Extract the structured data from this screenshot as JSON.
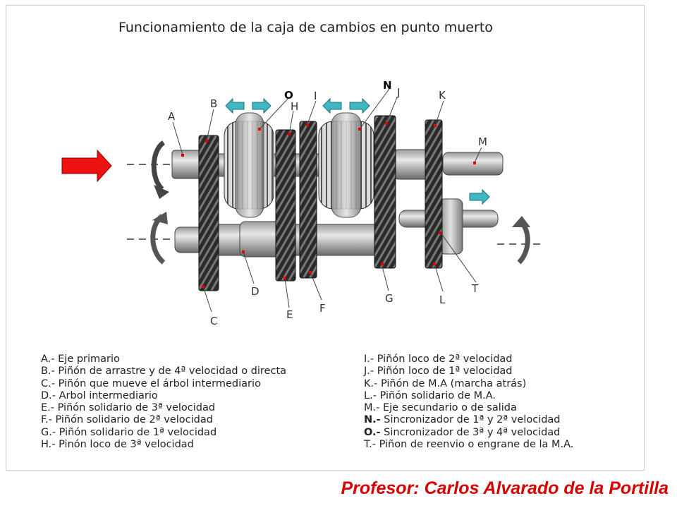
{
  "title": "Funcionamiento de la caja de cambios en punto muerto",
  "diagram_labels": {
    "A": "A",
    "B": "B",
    "C": "C",
    "D": "D",
    "E": "E",
    "F": "F",
    "G": "G",
    "H": "H",
    "I": "I",
    "J": "J",
    "K": "K",
    "L": "L",
    "M": "M",
    "N": "N",
    "O": "O",
    "T": "T"
  },
  "legend_left": [
    {
      "key": "A.-",
      "text": " Eje primario"
    },
    {
      "key": "B.-",
      "text": " Piñón de arrastre y de 4ª velocidad o directa"
    },
    {
      "key": "C.-",
      "text": " Piñón que mueve el árbol intermediario"
    },
    {
      "key": "D.-",
      "text": " Arbol intermediario"
    },
    {
      "key": "E.-",
      "text": " Piñón solidario de 3ª velocidad"
    },
    {
      "key": "F.-",
      "text": " Piñón solidario de 2ª velocidad"
    },
    {
      "key": "G.-",
      "text": "  Piñón solidario de 1ª velocidad"
    },
    {
      "key": "H.-",
      "text": " Pinón loco de 3ª velocidad"
    }
  ],
  "legend_right": [
    {
      "key": "I.-",
      "text": " Piñón loco de 2ª velocidad"
    },
    {
      "key": "J.-",
      "text": " Piñón loco de 1ª velocidad"
    },
    {
      "key": "K.-",
      "text": " Piñón de M.A (marcha atrás)"
    },
    {
      "key": "L.-",
      "text": " Piñón solidario de M.A."
    },
    {
      "key": "M.-",
      "text": " Eje secundario o de salida"
    },
    {
      "key": "N.-",
      "text": " Sincronizador de 1ª y 2ª velocidad"
    },
    {
      "key": "O.-",
      "text": " Sincronizador de 3ª y 4ª velocidad"
    },
    {
      "key": "T.-",
      "text": " Piñon de reenvio o engrane de la M.A."
    }
  ],
  "footer": "Profesor: Carlos Alvarado de la Portilla",
  "colors": {
    "input_arrow": "#ee1111",
    "shift_arrows": "#3fb8c4",
    "footer_text": "#d60000",
    "marker_dot": "#e00000"
  }
}
